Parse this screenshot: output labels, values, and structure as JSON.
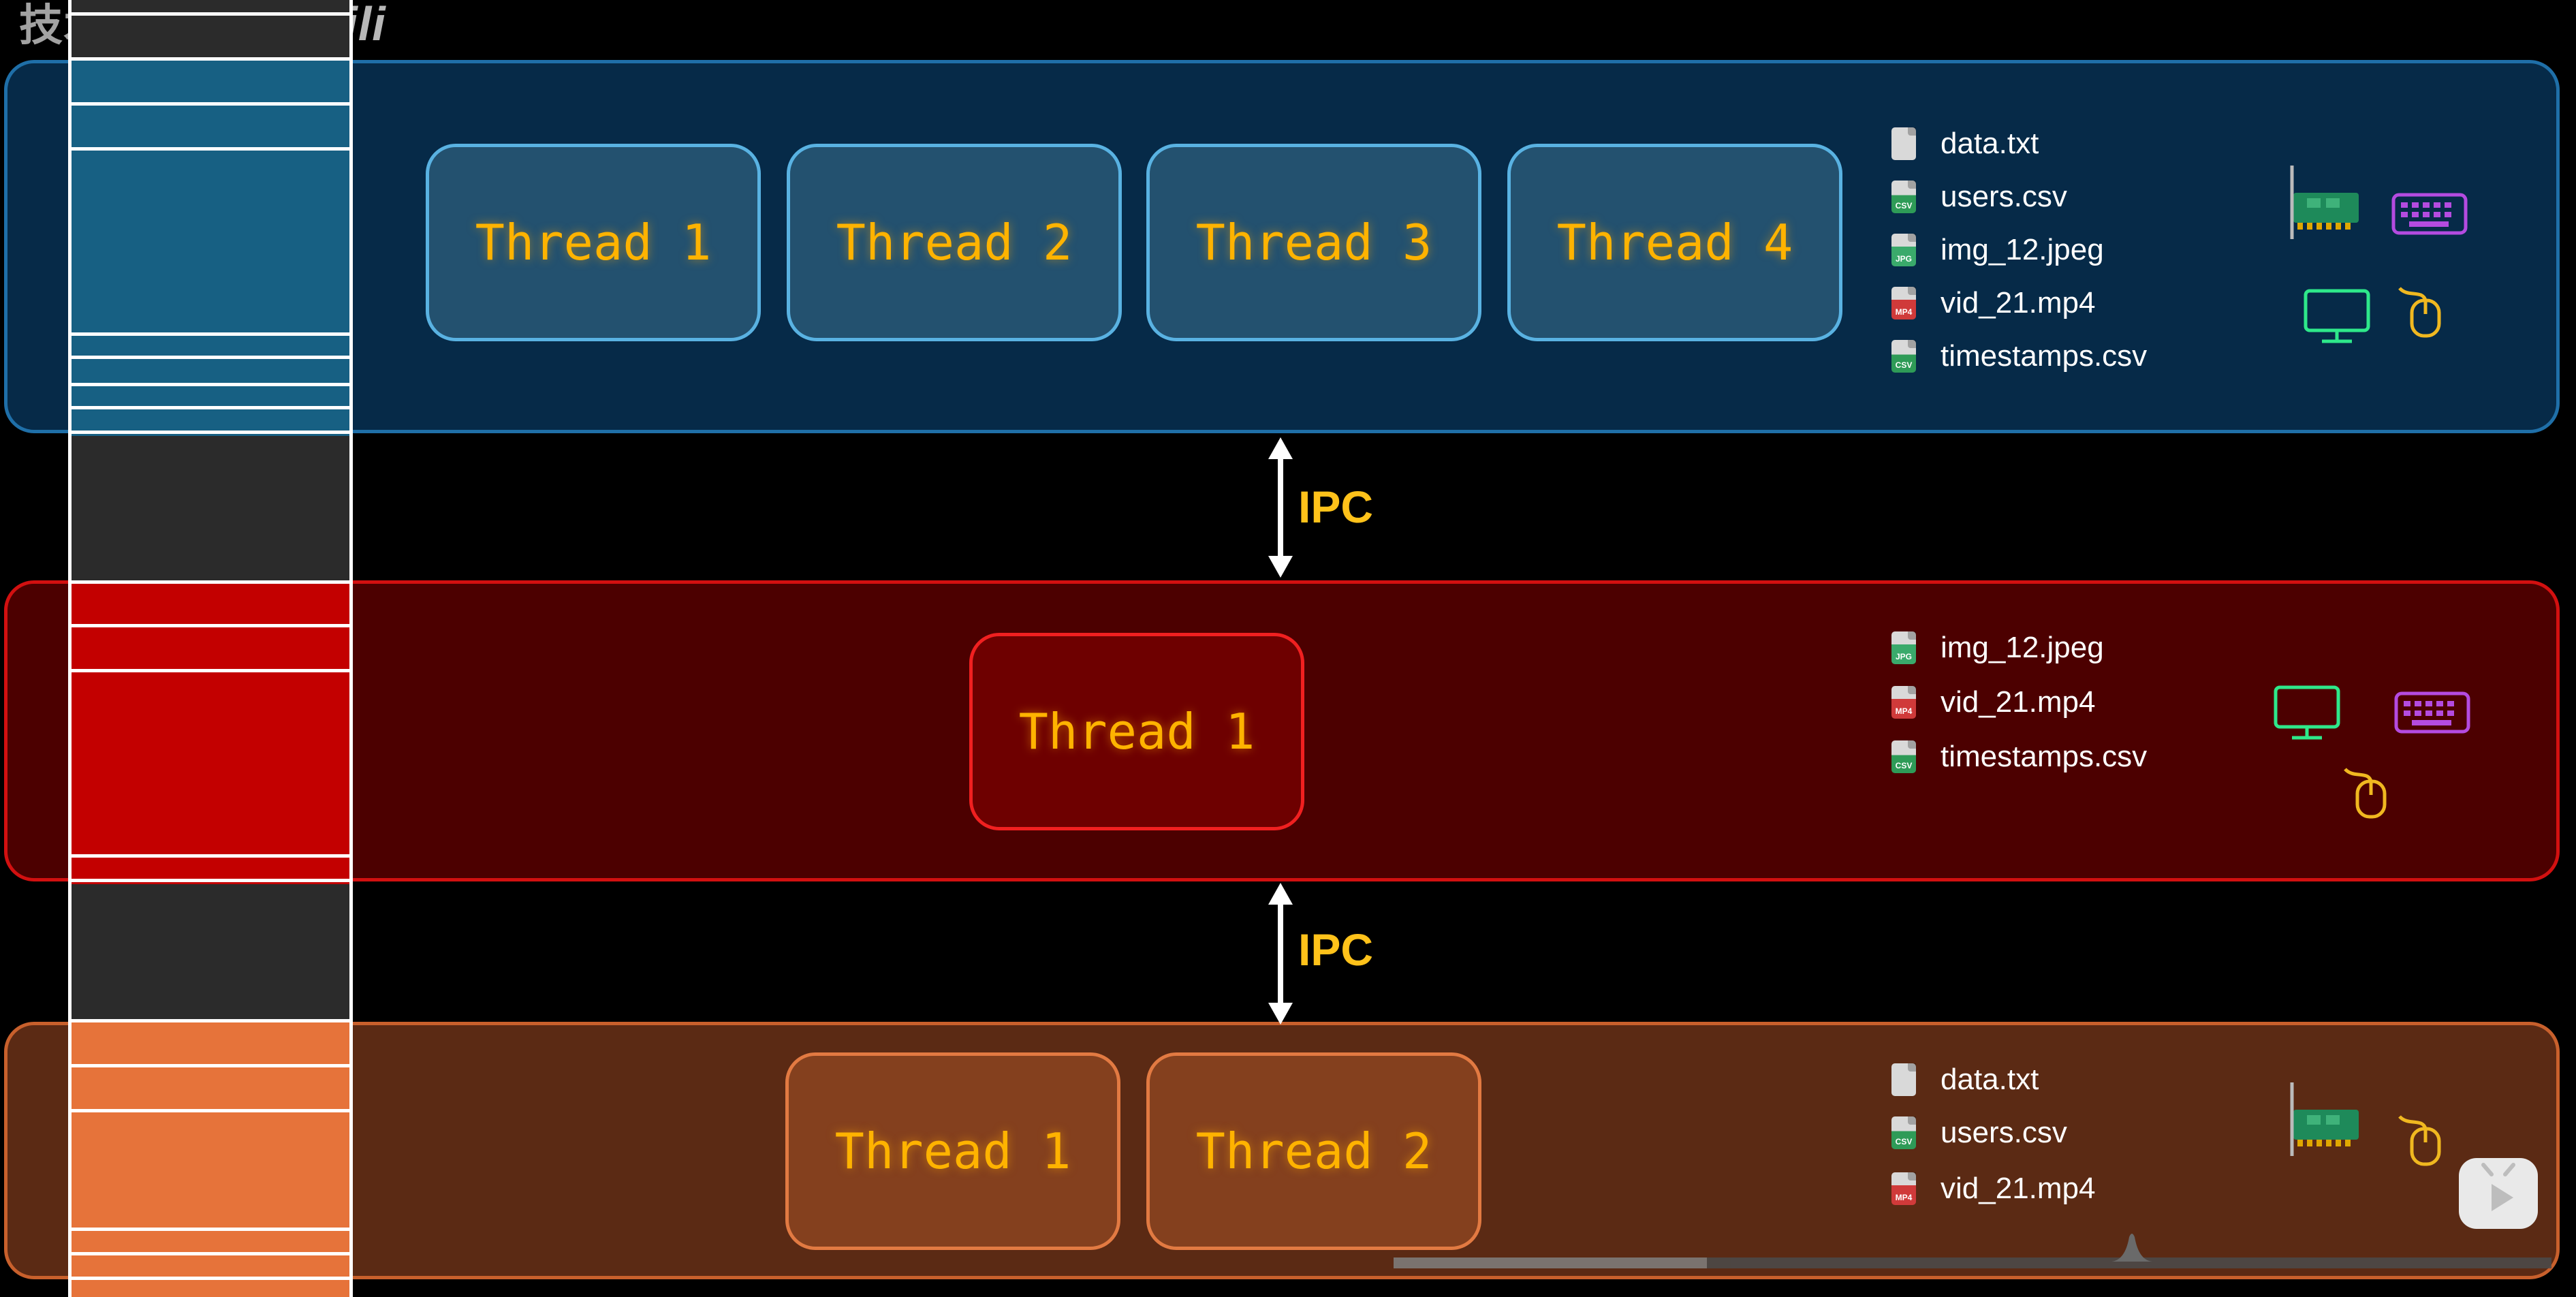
{
  "watermark": {
    "text": "技术Flow",
    "logo": "bilibili"
  },
  "ipc_labels": [
    "IPC",
    "IPC"
  ],
  "processes": [
    {
      "color": "#062a48",
      "threads": [
        "Thread 1",
        "Thread 2",
        "Thread 3",
        "Thread 4"
      ],
      "files": [
        {
          "name": "data.txt",
          "icon": "text-file-icon"
        },
        {
          "name": "users.csv",
          "icon": "csv-file-icon"
        },
        {
          "name": "img_12.jpeg",
          "icon": "jpeg-file-icon"
        },
        {
          "name": "vid_21.mp4",
          "icon": "mp4-file-icon"
        },
        {
          "name": "timestamps.csv",
          "icon": "csv-file-icon"
        }
      ],
      "devices": [
        "network-card-icon",
        "keyboard-icon",
        "monitor-icon",
        "mouse-icon"
      ]
    },
    {
      "color": "#4c0000",
      "threads": [
        "Thread 1"
      ],
      "files": [
        {
          "name": "img_12.jpeg",
          "icon": "jpeg-file-icon"
        },
        {
          "name": "vid_21.mp4",
          "icon": "mp4-file-icon"
        },
        {
          "name": "timestamps.csv",
          "icon": "csv-file-icon"
        }
      ],
      "devices": [
        "monitor-icon",
        "keyboard-icon",
        "mouse-icon"
      ]
    },
    {
      "color": "#5b2a14",
      "threads": [
        "Thread 1",
        "Thread 2"
      ],
      "files": [
        {
          "name": "data.txt",
          "icon": "text-file-icon"
        },
        {
          "name": "users.csv",
          "icon": "csv-file-icon"
        },
        {
          "name": "vid_21.mp4",
          "icon": "mp4-file-icon"
        }
      ],
      "devices": [
        "network-card-icon",
        "mouse-icon"
      ]
    }
  ],
  "colors": {
    "accent_text": "#ffb300",
    "ipc": "#ffc21a",
    "blue": "#1f6fa8",
    "red": "#d21010",
    "orange": "#c8602c"
  }
}
